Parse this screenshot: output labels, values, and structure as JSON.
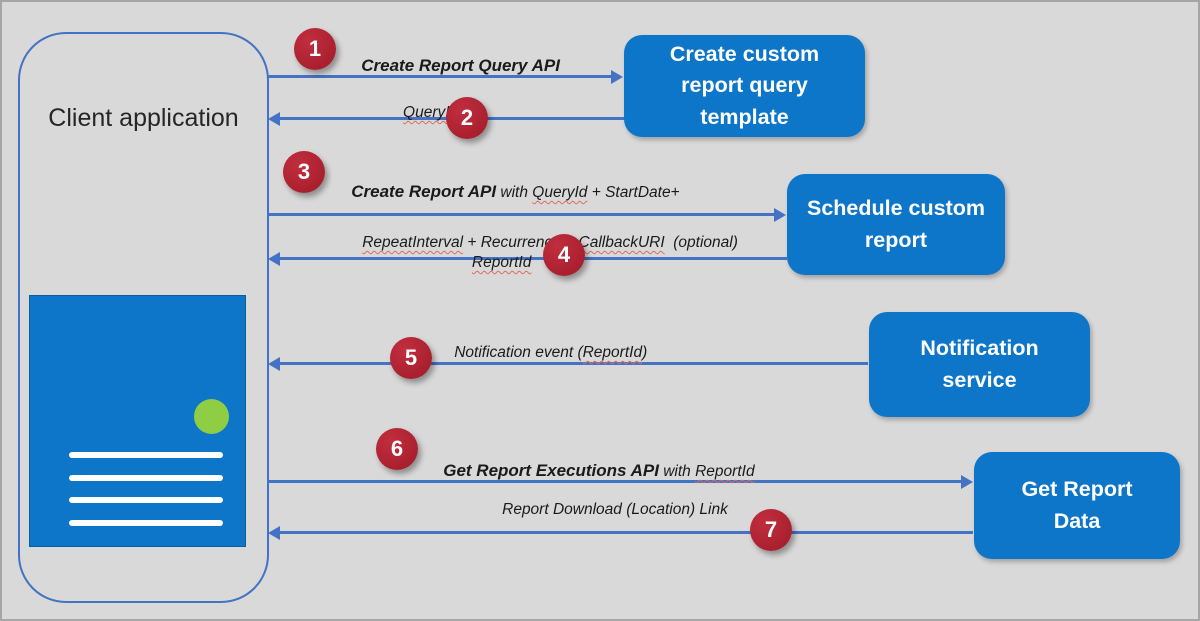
{
  "diagram": {
    "client": {
      "label": "Client application"
    },
    "boxes": {
      "create_query_template": {
        "label": "Create custom\nreport query\ntemplate"
      },
      "schedule_report": {
        "label": "Schedule custom\nreport"
      },
      "notification_service": {
        "label": "Notification\nservice"
      },
      "get_report_data": {
        "label": "Get Report\nData"
      }
    },
    "steps": [
      {
        "num": "1",
        "bold": "Create Report Query API"
      },
      {
        "num": "2",
        "label": "QueryId"
      },
      {
        "num": "3",
        "line1_bold": "Create Report API",
        "line1_mid": " with ",
        "line1_w1": "QueryId",
        "line1_tail": " + StartDate+",
        "line2_w1": "RepeatInterval",
        "line2_mid": " + Recurrence + ",
        "line2_w2": "CallbackURI",
        "line2_tail": "  (optional)"
      },
      {
        "num": "4",
        "label": "ReportId"
      },
      {
        "num": "5",
        "pre": "Notification event (",
        "word": "ReportId",
        "post": ")"
      },
      {
        "num": "6",
        "bold": "Get Report Executions API",
        "mid": " with ",
        "word": "ReportId"
      },
      {
        "num": "7",
        "label": "Report Download (Location) Link"
      }
    ],
    "colors": {
      "background": "#d9d9d9",
      "box_blue": "#0d76c8",
      "arrow_blue": "#4472c4",
      "badge_red": "#a81f2e",
      "status_green": "#8fce44"
    }
  }
}
